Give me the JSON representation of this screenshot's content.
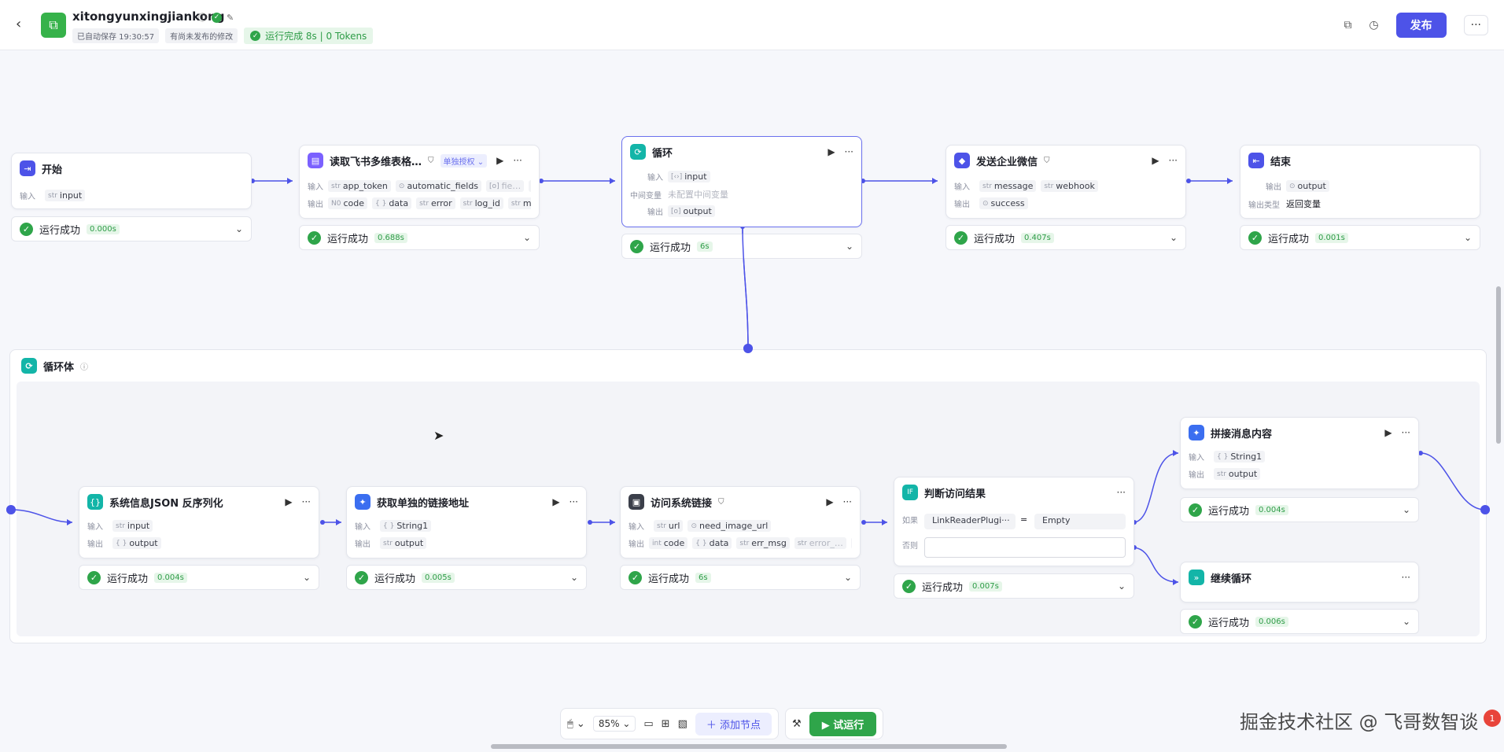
{
  "header": {
    "back": "‹",
    "title": "xitongyunxingjiankong",
    "autosave": "已自动保存 19:30:57",
    "unpublished": "有尚未发布的修改",
    "run_status": "运行完成 8s | 0 Tokens",
    "publish": "发布",
    "more": "···"
  },
  "nodes": {
    "start": {
      "title": "开始",
      "in_label": "输入",
      "in1_type": "str",
      "in1": "input",
      "status": "运行成功",
      "time": "0.000s"
    },
    "feishu": {
      "title": "读取飞书多维表格…",
      "auth": "单独授权 ⌄",
      "in_label": "输入",
      "out_label": "输出",
      "in1_type": "str",
      "in1": "app_token",
      "in2_type": "⊙",
      "in2": "automatic_fields",
      "in3_type": "[o]",
      "in3": "fie…",
      "in_more": "···",
      "out1_type": "N0",
      "out1": "code",
      "out2_type": "{ }",
      "out2": "data",
      "out3_type": "str",
      "out3": "error",
      "out4_type": "str",
      "out4": "log_id",
      "out5_type": "str",
      "out5": "msg",
      "status": "运行成功",
      "time": "0.688s"
    },
    "loop": {
      "title": "循环",
      "in_label": "输入",
      "mid_label": "中间变量",
      "out_label": "输出",
      "in1_type": "[‹›]",
      "in1": "input",
      "mid_value": "未配置中间变量",
      "out1_type": "[o]",
      "out1": "output",
      "status": "运行成功",
      "time": "6s"
    },
    "wechat": {
      "title": "发送企业微信",
      "in_label": "输入",
      "out_label": "输出",
      "in1_type": "str",
      "in1": "message",
      "in2_type": "str",
      "in2": "webhook",
      "out1_type": "⊙",
      "out1": "success",
      "status": "运行成功",
      "time": "0.407s"
    },
    "end": {
      "title": "结束",
      "out_label": "输出",
      "type_label": "输出类型",
      "out1_type": "⊙",
      "out1": "output",
      "type_value": "返回变量",
      "status": "运行成功",
      "time": "0.001s"
    },
    "loopbody": {
      "title": "循环体"
    },
    "json": {
      "title": "系统信息JSON 反序列化",
      "in_label": "输入",
      "out_label": "输出",
      "in1_type": "str",
      "in1": "input",
      "out1_type": "{ }",
      "out1": "output",
      "status": "运行成功",
      "time": "0.004s"
    },
    "link": {
      "title": "获取单独的链接地址",
      "in_label": "输入",
      "out_label": "输出",
      "in1_type": "{ }",
      "in1": "String1",
      "out1_type": "str",
      "out1": "output",
      "status": "运行成功",
      "time": "0.005s"
    },
    "visit": {
      "title": "访问系统链接",
      "in_label": "输入",
      "out_label": "输出",
      "in1_type": "str",
      "in1": "url",
      "in2_type": "⊙",
      "in2": "need_image_url",
      "out1_type": "int",
      "out1": "code",
      "out2_type": "{ }",
      "out2": "data",
      "out3_type": "str",
      "out3": "err_msg",
      "out4_type": "str",
      "out4": "error_…",
      "out_more": "···",
      "status": "运行成功",
      "time": "6s"
    },
    "judge": {
      "title": "判断访问结果",
      "if_label": "如果",
      "else_label": "否则",
      "cond_left": "LinkReaderPlugi···",
      "cond_op": "=",
      "cond_right": "Empty",
      "status": "运行成功",
      "time": "0.007s"
    },
    "concat": {
      "title": "拼接消息内容",
      "in_label": "输入",
      "out_label": "输出",
      "in1_type": "{ }",
      "in1": "String1",
      "out1_type": "str",
      "out1": "output",
      "status": "运行成功",
      "time": "0.004s"
    },
    "continue": {
      "title": "继续循环",
      "status": "运行成功",
      "time": "0.006s"
    }
  },
  "toolbar": {
    "zoom": "85%",
    "add_node": "添加节点",
    "trial_run": "试运行"
  },
  "watermark": "掘金技术社区 @ 飞哥数智谈",
  "corner_badge": "1",
  "colors": {
    "accent": "#4d53e8",
    "success": "#2fa54a",
    "edge": "#4d53e8"
  },
  "icons": [
    "back-icon",
    "app-logo-icon",
    "info-icon",
    "check-icon",
    "edit-icon",
    "copy-icon",
    "history-icon",
    "play-icon",
    "more-icon",
    "chevron-down-icon",
    "mouse-icon",
    "comment-icon",
    "layout-icon",
    "minimap-icon",
    "plus-icon",
    "wand-icon"
  ]
}
